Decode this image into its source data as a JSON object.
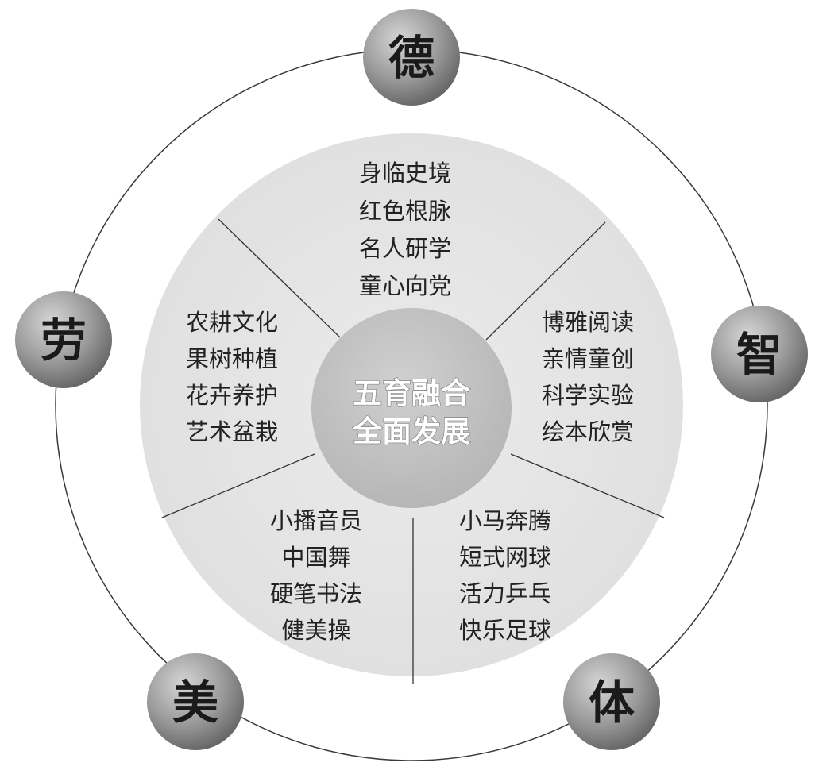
{
  "center": {
    "line1": "五育融合",
    "line2": "全面发展"
  },
  "nodes": {
    "de": "德",
    "zhi": "智",
    "ti": "体",
    "mei": "美",
    "lao": "劳"
  },
  "sectors": {
    "de": [
      "身临史境",
      "红色根脉",
      "名人研学",
      "童心向党"
    ],
    "zhi": [
      "博雅阅读",
      "亲情童创",
      "科学实验",
      "绘本欣赏"
    ],
    "ti": [
      "小马奔腾",
      "短式网球",
      "活力乒乓",
      "快乐足球"
    ],
    "mei": [
      "小播音员",
      "中国舞",
      "硬笔书法",
      "健美操"
    ],
    "lao": [
      "农耕文化",
      "果树种植",
      "花卉养护",
      "艺术盆栽"
    ]
  },
  "colors": {
    "inner_disc": "#e3e3e3",
    "center_disc": "#c4c4c4",
    "node_light": "#d2d2d2",
    "node_dark": "#6a6a6a",
    "orbit": "#3a3a3a"
  }
}
